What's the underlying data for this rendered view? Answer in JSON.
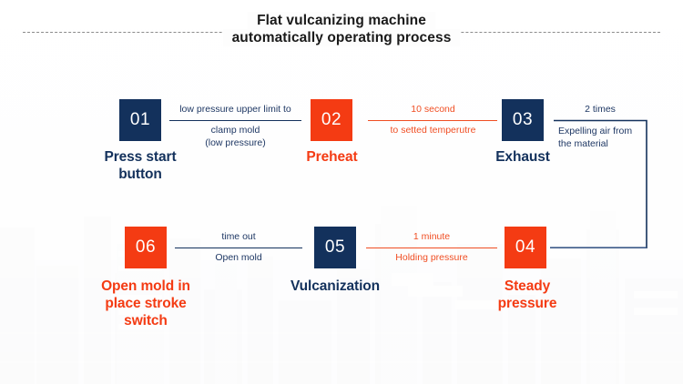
{
  "slide": {
    "title_line1": "Flat vulcanizing machine",
    "title_line2": "automatically operating process",
    "background_icon": "cityscape-background",
    "colors": {
      "navy": "#13315c",
      "orange": "#f43b13",
      "connector_orange": "#f04e23",
      "page": "#fdfdfd"
    }
  },
  "steps": [
    {
      "number": "01",
      "label": "Press start\nbutton",
      "label_line1": "Press start",
      "label_line2": "button",
      "color": "navy"
    },
    {
      "number": "02",
      "label": "Preheat",
      "label_line1": "Preheat",
      "label_line2": "",
      "color": "orange"
    },
    {
      "number": "03",
      "label": "Exhaust",
      "label_line1": "Exhaust",
      "label_line2": "",
      "color": "navy"
    },
    {
      "number": "04",
      "label": "Steady\npressure",
      "label_line1": "Steady",
      "label_line2": "pressure",
      "color": "orange"
    },
    {
      "number": "05",
      "label": "Vulcanization",
      "label_line1": "Vulcanization",
      "label_line2": "",
      "color": "navy"
    },
    {
      "number": "06",
      "label": "Open mold in place stroke switch",
      "label_line1": "Open mold in",
      "label_line2": "place stroke",
      "label_line3": "switch",
      "color": "orange"
    }
  ],
  "connectors": [
    {
      "from": "01",
      "to": "02",
      "color": "navy",
      "above": "low pressure upper limit to",
      "below_line1": "clamp mold",
      "below_line2": "(low pressure)"
    },
    {
      "from": "02",
      "to": "03",
      "color": "orange",
      "above": "10 second",
      "below_line1": "to setted temperutre",
      "below_line2": ""
    },
    {
      "from": "03",
      "to": "04",
      "color": "navy",
      "above": "2 times",
      "below_line1": "Expelling air from",
      "below_line2": "the material"
    },
    {
      "from": "04",
      "to": "05",
      "color": "orange",
      "above": "1 minute",
      "below_line1": "Holding pressure",
      "below_line2": ""
    },
    {
      "from": "05",
      "to": "06",
      "color": "navy",
      "above": "time out",
      "below_line1": "Open mold",
      "below_line2": ""
    }
  ]
}
